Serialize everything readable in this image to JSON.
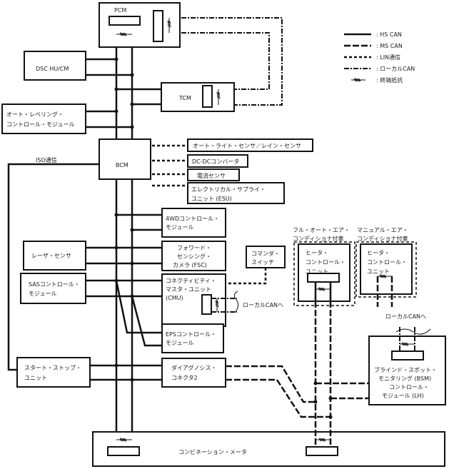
{
  "legend": {
    "hs_can": ": HS CAN",
    "ms_can": ": MS CAN",
    "lin": ": LIN通信",
    "local_can": ": ローカルCAN",
    "resistor": ": 終端抵抗"
  },
  "modules": {
    "pcm": "PCM",
    "dsc": "DSC HU/CM",
    "tcm": "TCM",
    "auto_leveling": [
      "オート・レベリング・",
      "コントロール・モジュール"
    ],
    "bcm": "BCM",
    "iso": "ISO通信",
    "auto_light": "オート・ライト・センサ／レイン・センサ",
    "dcdc": "DC-DCコンバータ",
    "current_sensor": "電流センサ",
    "esu": [
      "エレクトリカル・サプライ・",
      "ユニット (ESU)"
    ],
    "awd": [
      "4WDコントロール・",
      "モジュール"
    ],
    "laser": "レーザ・センサ",
    "fsc": [
      "フォワード・",
      "センシング・",
      "カメラ (FSC)"
    ],
    "commander": [
      "コマンダ・",
      "スイッチ"
    ],
    "sas": [
      "SASコントロール・",
      "モジュール"
    ],
    "cmu": [
      "コネクティビティ・",
      "マスタ・ユニット",
      "(CMU)"
    ],
    "local_can_to": "ローカルCANへ",
    "eps": [
      "EPSコントロール・",
      "モジュール"
    ],
    "start_stop": [
      "スタート・ストップ・",
      "ユニット"
    ],
    "dlc2": [
      "ダイアグノシス・",
      "コネクタ2"
    ],
    "cluster": "コンビネーション・メータ",
    "full_auto_ac": [
      "フル・オート・エア・",
      "コンディショナ付車"
    ],
    "manual_ac": [
      "マニュアル・エア・",
      "コンディショナ付車"
    ],
    "heater_unit": [
      "ヒータ・",
      "コントロール・",
      "ユニット"
    ],
    "bsm": [
      "ブラインド・スポット・",
      "モニタリング (BSM)",
      "コントロール・",
      "モジュール (LH)"
    ]
  }
}
